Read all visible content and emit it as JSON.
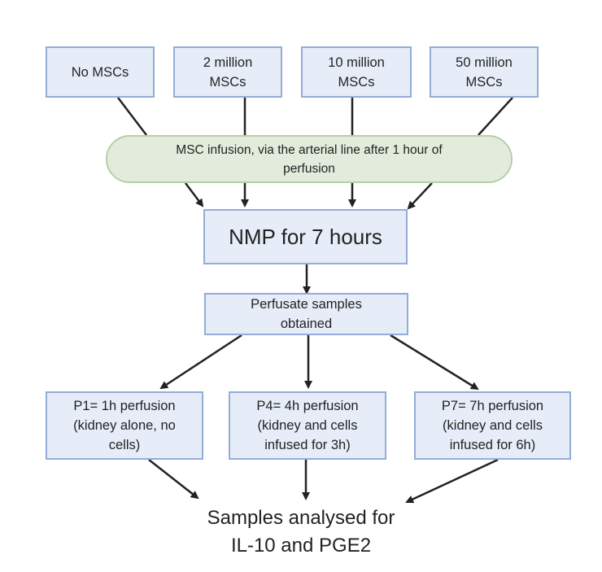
{
  "inputs": [
    "No MSCs",
    "2 million\nMSCs",
    "10 million\nMSCs",
    "50 million\nMSCs"
  ],
  "infusion": "MSC infusion, via the arterial line after 1 hour of\nperfusion",
  "nmp": "NMP for 7 hours",
  "perfusate": "Perfusate samples\nobtained",
  "timepoints": [
    "P1= 1h  perfusion\n(kidney alone, no\ncells)",
    "P4= 4h  perfusion\n(kidney and cells\ninfused for 3h)",
    "P7= 7h perfusion\n(kidney and cells\ninfused for 6h)"
  ],
  "final": "Samples analysed for\nIL-10 and PGE2",
  "colors": {
    "box_fill": "#e6edf9",
    "box_border": "#93acd8",
    "pill_fill": "#e3ecdc",
    "pill_border": "#b5cfa9",
    "arrow": "#222222"
  }
}
